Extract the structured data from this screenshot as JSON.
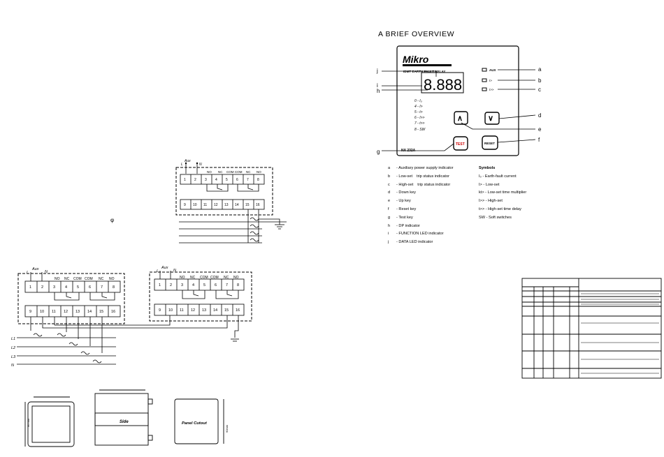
{
  "overview": {
    "heading": "A  BRIEF  OVERVIEW",
    "brand": "Mikro",
    "relay_title": "IDMT EARTH FAULT RELAY",
    "model": "NX 232A",
    "display_digits": "8.888",
    "led_labels": [
      "AUX",
      "I>",
      "I>>"
    ],
    "function_list": [
      "0 - I₀",
      "4 - I>",
      "5 - t>",
      "6 - I>>",
      "7 - t>>",
      "8 - SW"
    ],
    "keys": {
      "up": "∧",
      "down": "∨",
      "test": "TEST",
      "reset": "RESET"
    },
    "callouts": [
      "a",
      "b",
      "c",
      "d",
      "e",
      "f",
      "g",
      "h",
      "i",
      "j"
    ]
  },
  "legend": {
    "items": [
      {
        "key": "a",
        "text": "Auxiliary power supply indicator",
        "sub": ""
      },
      {
        "key": "b",
        "text": "Low-set",
        "sub": "trip status indicator"
      },
      {
        "key": "c",
        "text": "High-set",
        "sub": "trip status indicator"
      },
      {
        "key": "d",
        "text": "Down key",
        "sub": ""
      },
      {
        "key": "e",
        "text": "Up key",
        "sub": ""
      },
      {
        "key": "f",
        "text": "Reset key",
        "sub": ""
      },
      {
        "key": "g",
        "text": "Test key",
        "sub": ""
      },
      {
        "key": "h",
        "text": "DP indicator",
        "sub": ""
      },
      {
        "key": "i",
        "text": "FUNCTION LED indicator",
        "sub": ""
      },
      {
        "key": "j",
        "text": "DATA LED indicator",
        "sub": ""
      }
    ],
    "symbols_title": "Symbols",
    "symbols": [
      {
        "sym": "I₀",
        "text": "Earth-fault current"
      },
      {
        "sym": "I>",
        "text": "Low-set"
      },
      {
        "sym": "kt>",
        "text": "Low-set time multiplier"
      },
      {
        "sym": "I>>",
        "text": "High-set"
      },
      {
        "sym": "t>>",
        "text": "High-set time delay"
      },
      {
        "sym": "SW",
        "text": "Soft switches"
      }
    ]
  },
  "terminals": {
    "top_row": [
      "1",
      "2",
      "3",
      "4",
      "5",
      "6",
      "7",
      "8"
    ],
    "bottom_row": [
      "9",
      "10",
      "11",
      "12",
      "13",
      "14",
      "15",
      "16"
    ],
    "contact_labels": [
      "NO",
      "NC",
      "COM",
      "COM",
      "NC",
      "NO"
    ],
    "supply": {
      "live": "L",
      "aux": "Aux",
      "neutral": "N"
    },
    "lines": [
      "L1",
      "L2",
      "L3",
      "N"
    ]
  },
  "phi_symbol": "φ",
  "dimensions": {
    "front_dim": "96 mm",
    "side_label": "Side",
    "cutout_label": "Panel  Cutout",
    "cutout_dim": "90mm"
  }
}
